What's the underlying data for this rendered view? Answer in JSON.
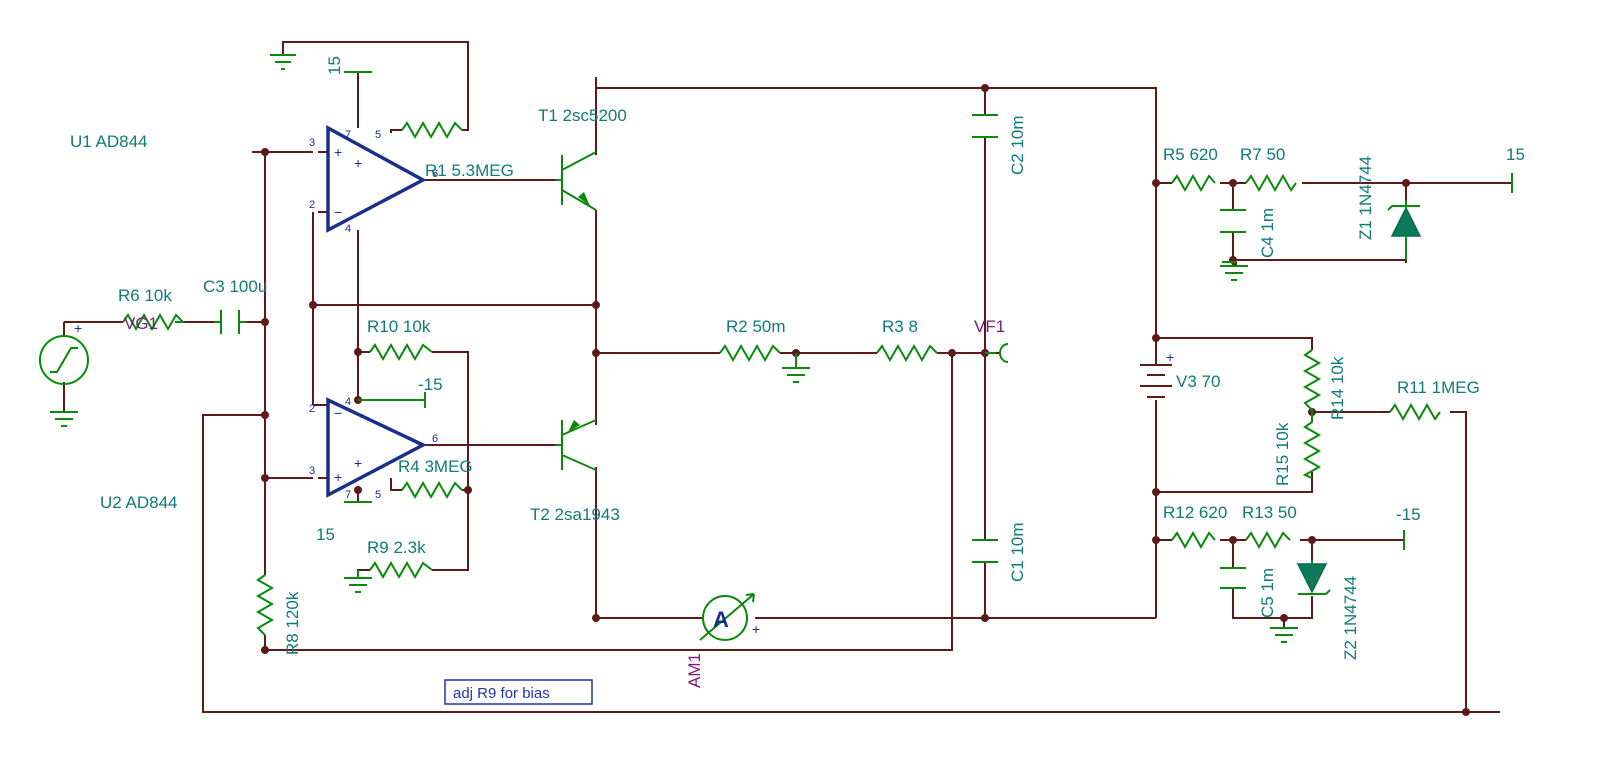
{
  "components": {
    "U1": "U1 AD844",
    "U2": "U2 AD844",
    "T1": "T1 2sc5200",
    "T2": "T2 2sa1943",
    "R1": "R1 5.3MEG",
    "R2": "R2 50m",
    "R3": "R3 8",
    "R4": "R4 3MEG",
    "R5": "R5 620",
    "R6": "R6 10k",
    "R7": "R7 50",
    "R8": "R8 120k",
    "R9": "R9 2.3k",
    "R10": "R10 10k",
    "R11": "R11 1MEG",
    "R12": "R12 620",
    "R13": "R13 50",
    "R14": "R14 10k",
    "R15": "R15 10k",
    "C1": "C1 10m",
    "C2": "C2 10m",
    "C3": "C3 100u",
    "C4": "C4 1m",
    "C5": "C5 1m",
    "Z1": "Z1 1N4744",
    "Z2": "Z2 1N4744",
    "V3": "V3 70",
    "VG1": "VG1",
    "VF1": "VF1",
    "AM1": "AM1"
  },
  "supplies": {
    "u1_pos": "15",
    "u1_neg": "-15",
    "u2_pos": "15",
    "right_pos": "15",
    "right_neg": "-15"
  },
  "pins": {
    "p2": "2",
    "p3": "3",
    "p4": "4",
    "p5": "5",
    "p6": "6",
    "p7": "7"
  },
  "symbols": {
    "plus": "+",
    "minus": "−",
    "ammeter": "A"
  },
  "note": "adj R9 for bias",
  "colors": {
    "wire": "#5c1a1a",
    "component": "#0a8a0a",
    "opamp": "#1a2f8a",
    "label": "#117a7a",
    "probe_label": "#7a1a7a",
    "zener": "#0d7a5c",
    "note": "#2233aa"
  }
}
